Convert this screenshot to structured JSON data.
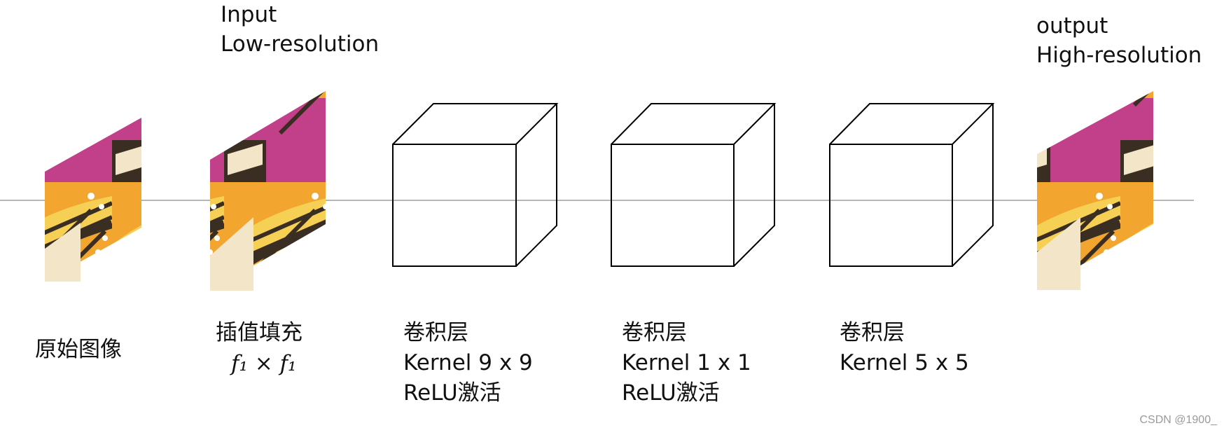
{
  "labels": {
    "input_line1": "Input",
    "input_line2": "Low-resolution",
    "output_line1": "output",
    "output_line2": "High-resolution",
    "original": "原始图像",
    "interp": "插值填充",
    "interp_formula": "f₁ × f₁",
    "conv1_title": "卷积层",
    "conv1_kernel": "Kernel  9 x 9",
    "conv1_act": "ReLU激活",
    "conv2_title": "卷积层",
    "conv2_kernel": "Kernel  1 x 1",
    "conv2_act": "ReLU激活",
    "conv3_title": "卷积层",
    "conv3_kernel": "Kernel  5 x 5"
  },
  "watermark": "CSDN @1900_",
  "colors": {
    "axis_line": "#b7b7b7",
    "cube_stroke": "#000000",
    "butterfly_orange": "#f2a630",
    "butterfly_yellow": "#f6cf55",
    "butterfly_dark": "#3a2e22",
    "butterfly_pink": "#c2408a"
  }
}
